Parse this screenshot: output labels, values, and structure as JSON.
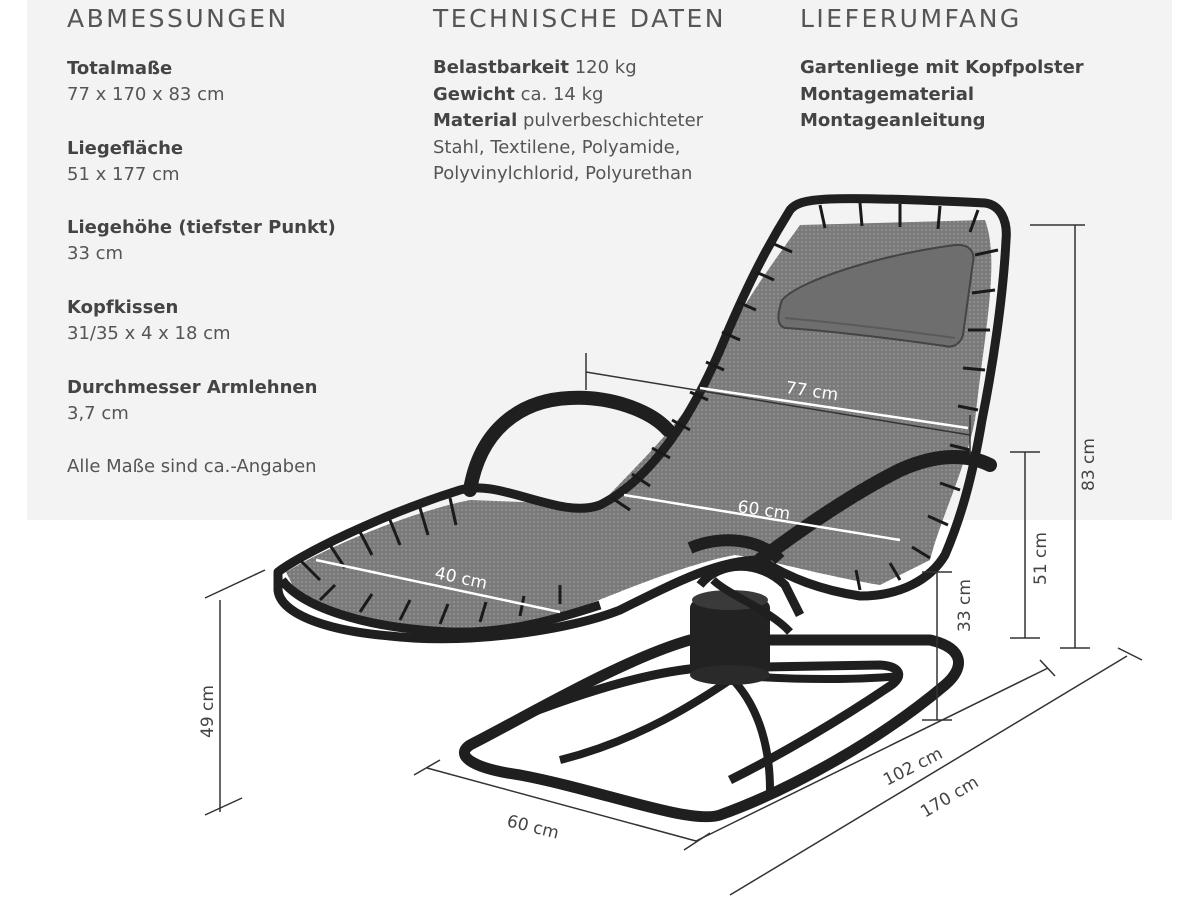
{
  "columns": {
    "dimensions": {
      "title": "ABMESSUNGEN",
      "items": [
        {
          "label": "Totalmaße",
          "value": "77 x 170 x 83 cm"
        },
        {
          "label": "Liegefläche",
          "value": "51 x 177 cm"
        },
        {
          "label": "Liegehöhe (tiefster Punkt)",
          "value": "33 cm"
        },
        {
          "label": "Kopfkissen",
          "value": "31/35 x 4 x 18 cm"
        },
        {
          "label": "Durchmesser Armlehnen",
          "value": "3,7 cm"
        }
      ],
      "note": "Alle Maße sind ca.-Angaben"
    },
    "technical": {
      "title": "TECHNISCHE DATEN",
      "lines": [
        {
          "label": "Belastbarkeit",
          "value": "120 kg"
        },
        {
          "label": "Gewicht",
          "value": "ca. 14 kg"
        },
        {
          "label": "Material",
          "value": "pulverbeschichteter"
        }
      ],
      "material_continued": [
        "Stahl, Textilene, Polyamide,",
        "Polyvinylchlorid, Polyurethan"
      ]
    },
    "scope": {
      "title": "LIEFERUMFANG",
      "items": [
        "Gartenliege mit Kopfpolster",
        "Montagematerial",
        "Montageanleitung"
      ]
    }
  },
  "diagram": {
    "labels": {
      "width_back": "77 cm",
      "width_mid": "60 cm",
      "width_foot": "40 cm",
      "height_total": "83 cm",
      "height_armrest": "51 cm",
      "height_lowest": "33 cm",
      "height_foot": "49 cm",
      "base_width": "60 cm",
      "base_length": "102 cm",
      "total_length": "170 cm"
    },
    "colors": {
      "frame": "#1f1f1f",
      "fabric": "#7d7d7d",
      "dimension_line": "#333333"
    }
  }
}
